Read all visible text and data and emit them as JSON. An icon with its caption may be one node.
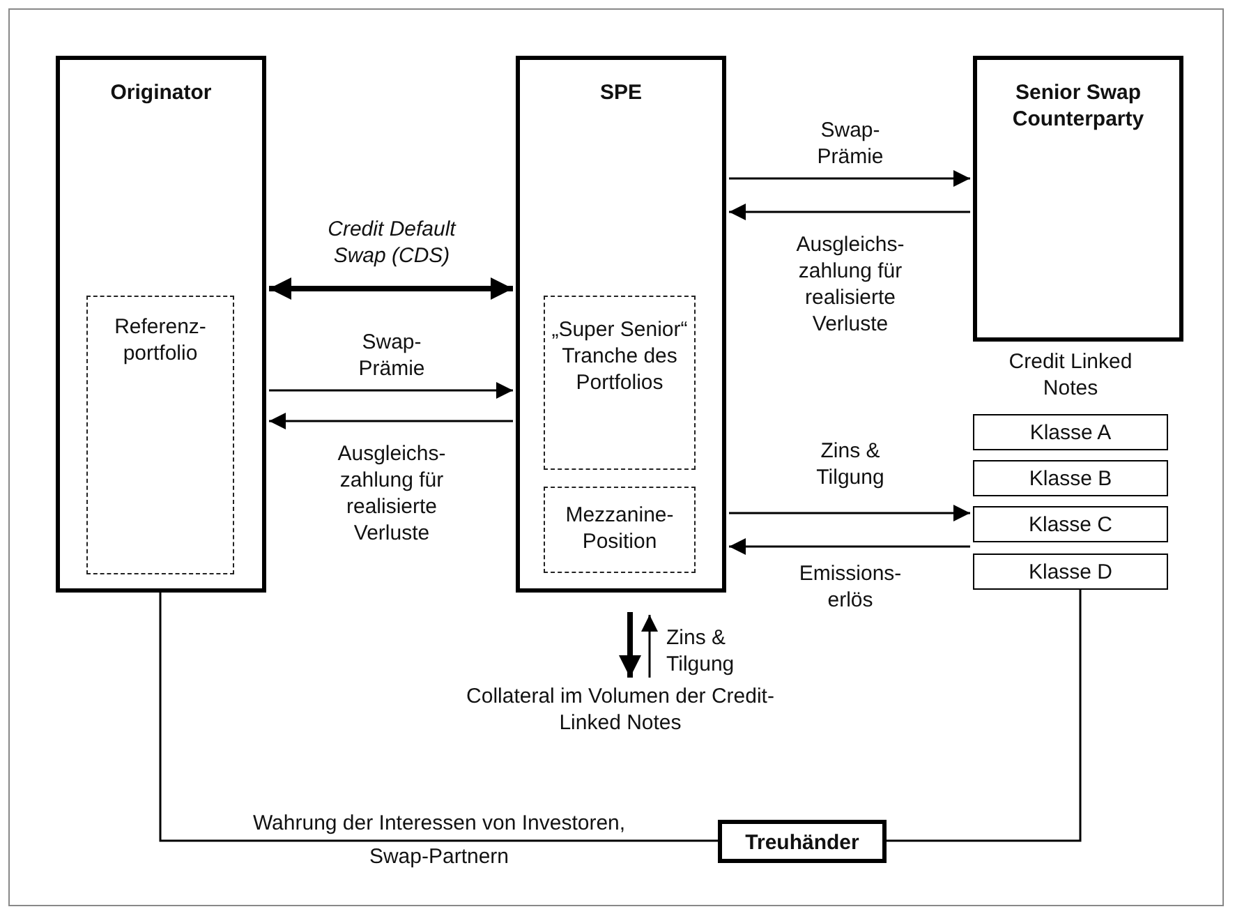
{
  "diagram": {
    "nodes": [
      {
        "text": [
          "Originator"
        ]
      },
      {
        "text": [
          "Referenz- portfolio"
        ],
        "in": 0
      },
      {
        "text": [
          "SPE"
        ]
      },
      {
        "text": [
          "„Super Senior“ Tranche des Portfolios"
        ],
        "in": 2
      },
      {
        "text": [
          "Mezzanine- Position"
        ],
        "in": 2
      },
      {
        "text": [
          "Senior Swap Counterparty"
        ]
      },
      {
        "text": [
          "Klasse A"
        ]
      },
      {
        "text": [
          "Klasse B"
        ]
      },
      {
        "text": [
          "Klasse C"
        ]
      },
      {
        "text": [
          "Klasse D"
        ]
      },
      {
        "text": [
          "Collateral im Volumen der Credit-Linked Notes"
        ]
      },
      {
        "text": [
          "Treuhänder"
        ]
      }
    ],
    "edges": [
      {
        "from": 0,
        "to": 2,
        "arrow": "both",
        "style": "thick",
        "label": "Credit Default Swap (CDS)"
      },
      {
        "from": 0,
        "to": 2,
        "arrow": "to",
        "label": "Swap- Prämie"
      },
      {
        "from": 2,
        "to": 0,
        "arrow": "to",
        "label": "Ausgleichs- zahlung für realisierte Verluste"
      },
      {
        "from": 2,
        "to": 5,
        "arrow": "to",
        "label": "Swap- Prämie"
      },
      {
        "from": 5,
        "to": 2,
        "arrow": "to",
        "label": "Ausgleichs- zahlung für realisierte Verluste"
      },
      {
        "from": 2,
        "to": 8,
        "arrow": "to",
        "label": "Zins & Tilgung"
      },
      {
        "from": 8,
        "to": 2,
        "arrow": "to",
        "label": "Emissions- erlös"
      },
      {
        "from": 2,
        "to": 10,
        "arrow": "to",
        "style": "thick"
      },
      {
        "from": 10,
        "to": 2,
        "arrow": "to",
        "label": "Zins & Tilgung"
      },
      {
        "from": 0,
        "to": 11,
        "arrow": "none",
        "label": "Wahrung der Interessen von Investoren, Swap-Partnern"
      },
      {
        "from": 9,
        "to": 11,
        "arrow": "none"
      }
    ],
    "labels": [
      "Credit Linked Notes"
    ]
  }
}
